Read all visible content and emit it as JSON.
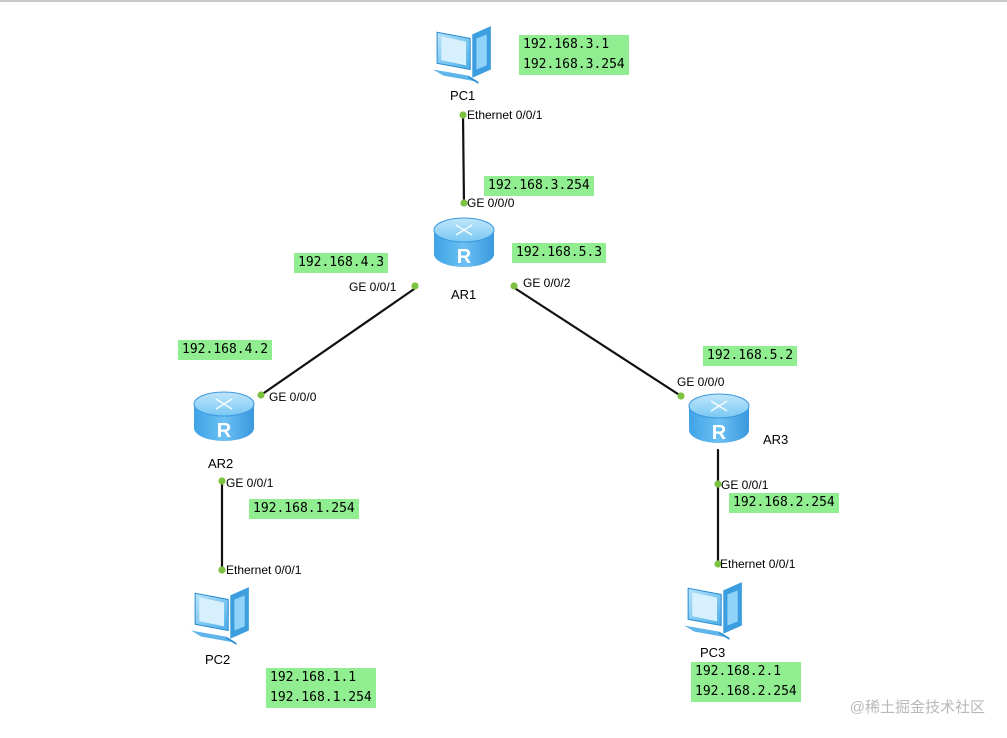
{
  "devices": {
    "pc1": "PC1",
    "pc2": "PC2",
    "pc3": "PC3",
    "ar1": "AR1",
    "ar2": "AR2",
    "ar3": "AR3"
  },
  "ports": {
    "pc1_eth": "Ethernet 0/0/1",
    "ar1_ge000": "GE 0/0/0",
    "ar1_ge001": "GE 0/0/1",
    "ar1_ge002": "GE 0/0/2",
    "ar2_ge000": "GE 0/0/0",
    "ar2_ge001": "GE 0/0/1",
    "pc2_eth": "Ethernet 0/0/1",
    "ar3_ge000": "GE 0/0/0",
    "ar3_ge001": "GE 0/0/1",
    "pc3_eth": "Ethernet 0/0/1"
  },
  "addresses": {
    "pc1_ip": "192.168.3.1",
    "pc1_gw": "192.168.3.254",
    "ar1_ge000": "192.168.3.254",
    "ar1_ge001": "192.168.4.3",
    "ar1_ge002": "192.168.5.3",
    "ar2_ge000": "192.168.4.2",
    "ar2_ge001": "192.168.1.254",
    "pc2_ip": "192.168.1.1",
    "pc2_gw": "192.168.1.254",
    "ar3_ge000": "192.168.5.2",
    "ar3_ge001": "192.168.2.254",
    "pc3_ip": "192.168.2.1",
    "pc3_gw": "192.168.2.254"
  },
  "colors": {
    "ip_box": "#90ee90",
    "port_dot": "#7dc243",
    "router": "#5fb7ef",
    "pc": "#6cc5f2"
  },
  "watermark": "@稀土掘金技术社区"
}
